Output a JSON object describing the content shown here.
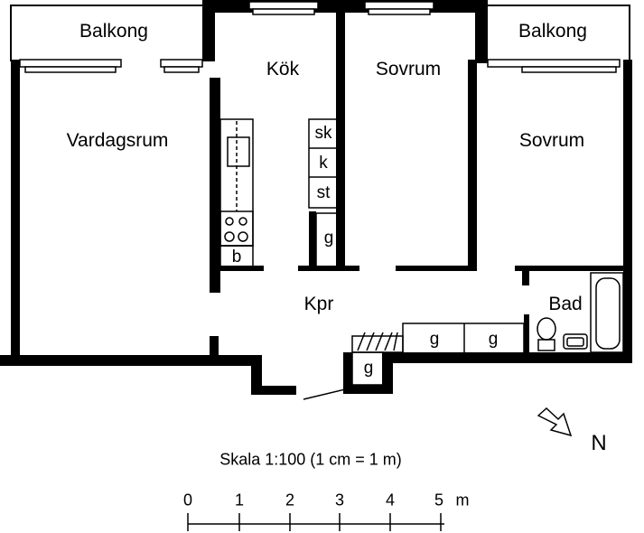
{
  "rooms": {
    "balkong_left": "Balkong",
    "balkong_right": "Balkong",
    "kok": "Kök",
    "sovrum_mid": "Sovrum",
    "sovrum_right": "Sovrum",
    "vardagsrum": "Vardagsrum",
    "kpr": "Kpr",
    "bad": "Bad"
  },
  "fixtures": {
    "sk": "sk",
    "k": "k",
    "st": "st",
    "g_kitchen": "g",
    "b": "b",
    "g_hall_1": "g",
    "g_hall_2": "g",
    "g_entry": "g"
  },
  "scale": {
    "title": "Skala 1:100 (1 cm = 1 m)",
    "ticks": [
      "0",
      "1",
      "2",
      "3",
      "4",
      "5"
    ],
    "unit": "m"
  },
  "compass": {
    "label": "N"
  },
  "colors": {
    "wall": "#000000",
    "background": "#ffffff"
  }
}
